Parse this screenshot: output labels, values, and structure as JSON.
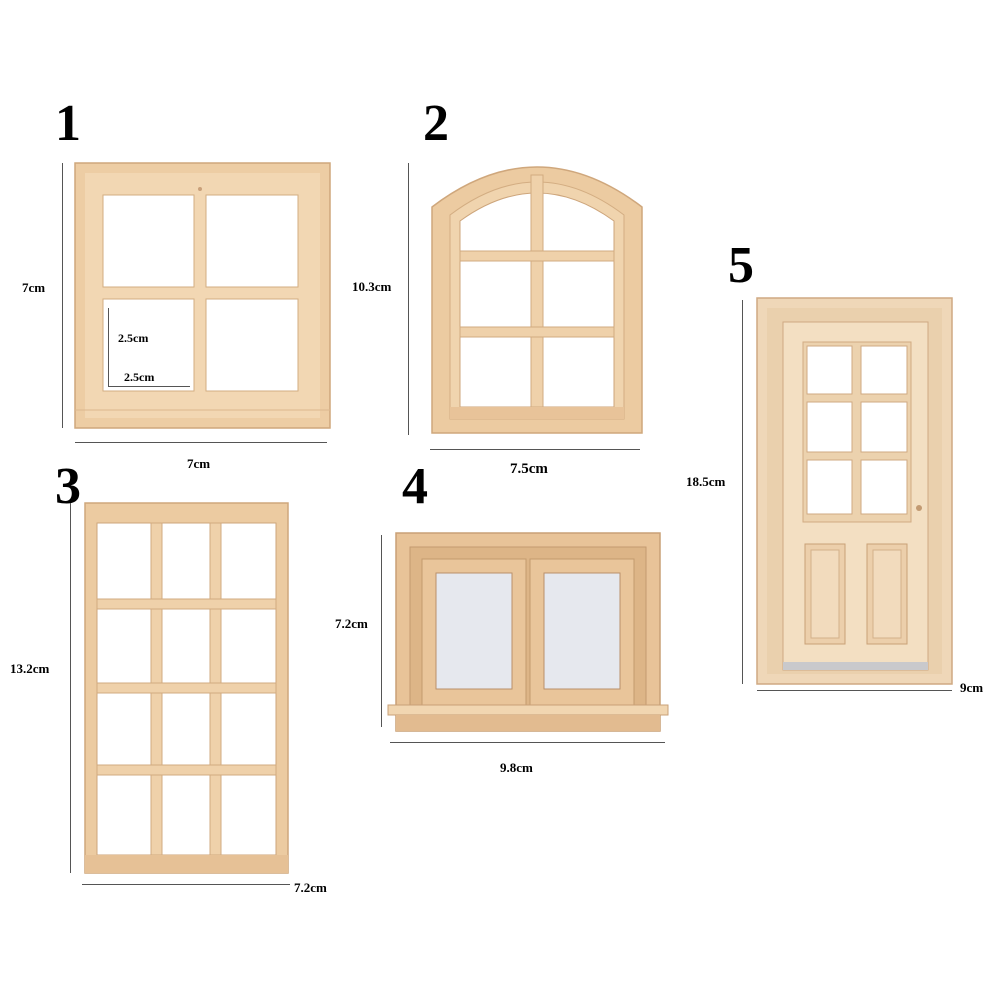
{
  "items": [
    {
      "number": "1",
      "name": "4-pane square window",
      "width": "7cm",
      "height": "7cm",
      "pane_width": "2.5cm",
      "pane_height": "2.5cm"
    },
    {
      "number": "2",
      "name": "Arched 6-pane window",
      "width": "7.5cm",
      "height": "10.3cm"
    },
    {
      "number": "3",
      "name": "12-pane tall window",
      "width": "7.2cm",
      "height": "13.2cm"
    },
    {
      "number": "4",
      "name": "Double casement window with sill",
      "width": "9.8cm",
      "height": "7.2cm"
    },
    {
      "number": "5",
      "name": "Half-glazed panel door",
      "width": "9cm",
      "height": "18.5cm"
    }
  ],
  "colors": {
    "wood": "#eecfa6",
    "wood_dark": "#d7b086",
    "wood_light": "#f6e2c6",
    "glass": "#e8e9ee",
    "dim_line": "#555555"
  }
}
